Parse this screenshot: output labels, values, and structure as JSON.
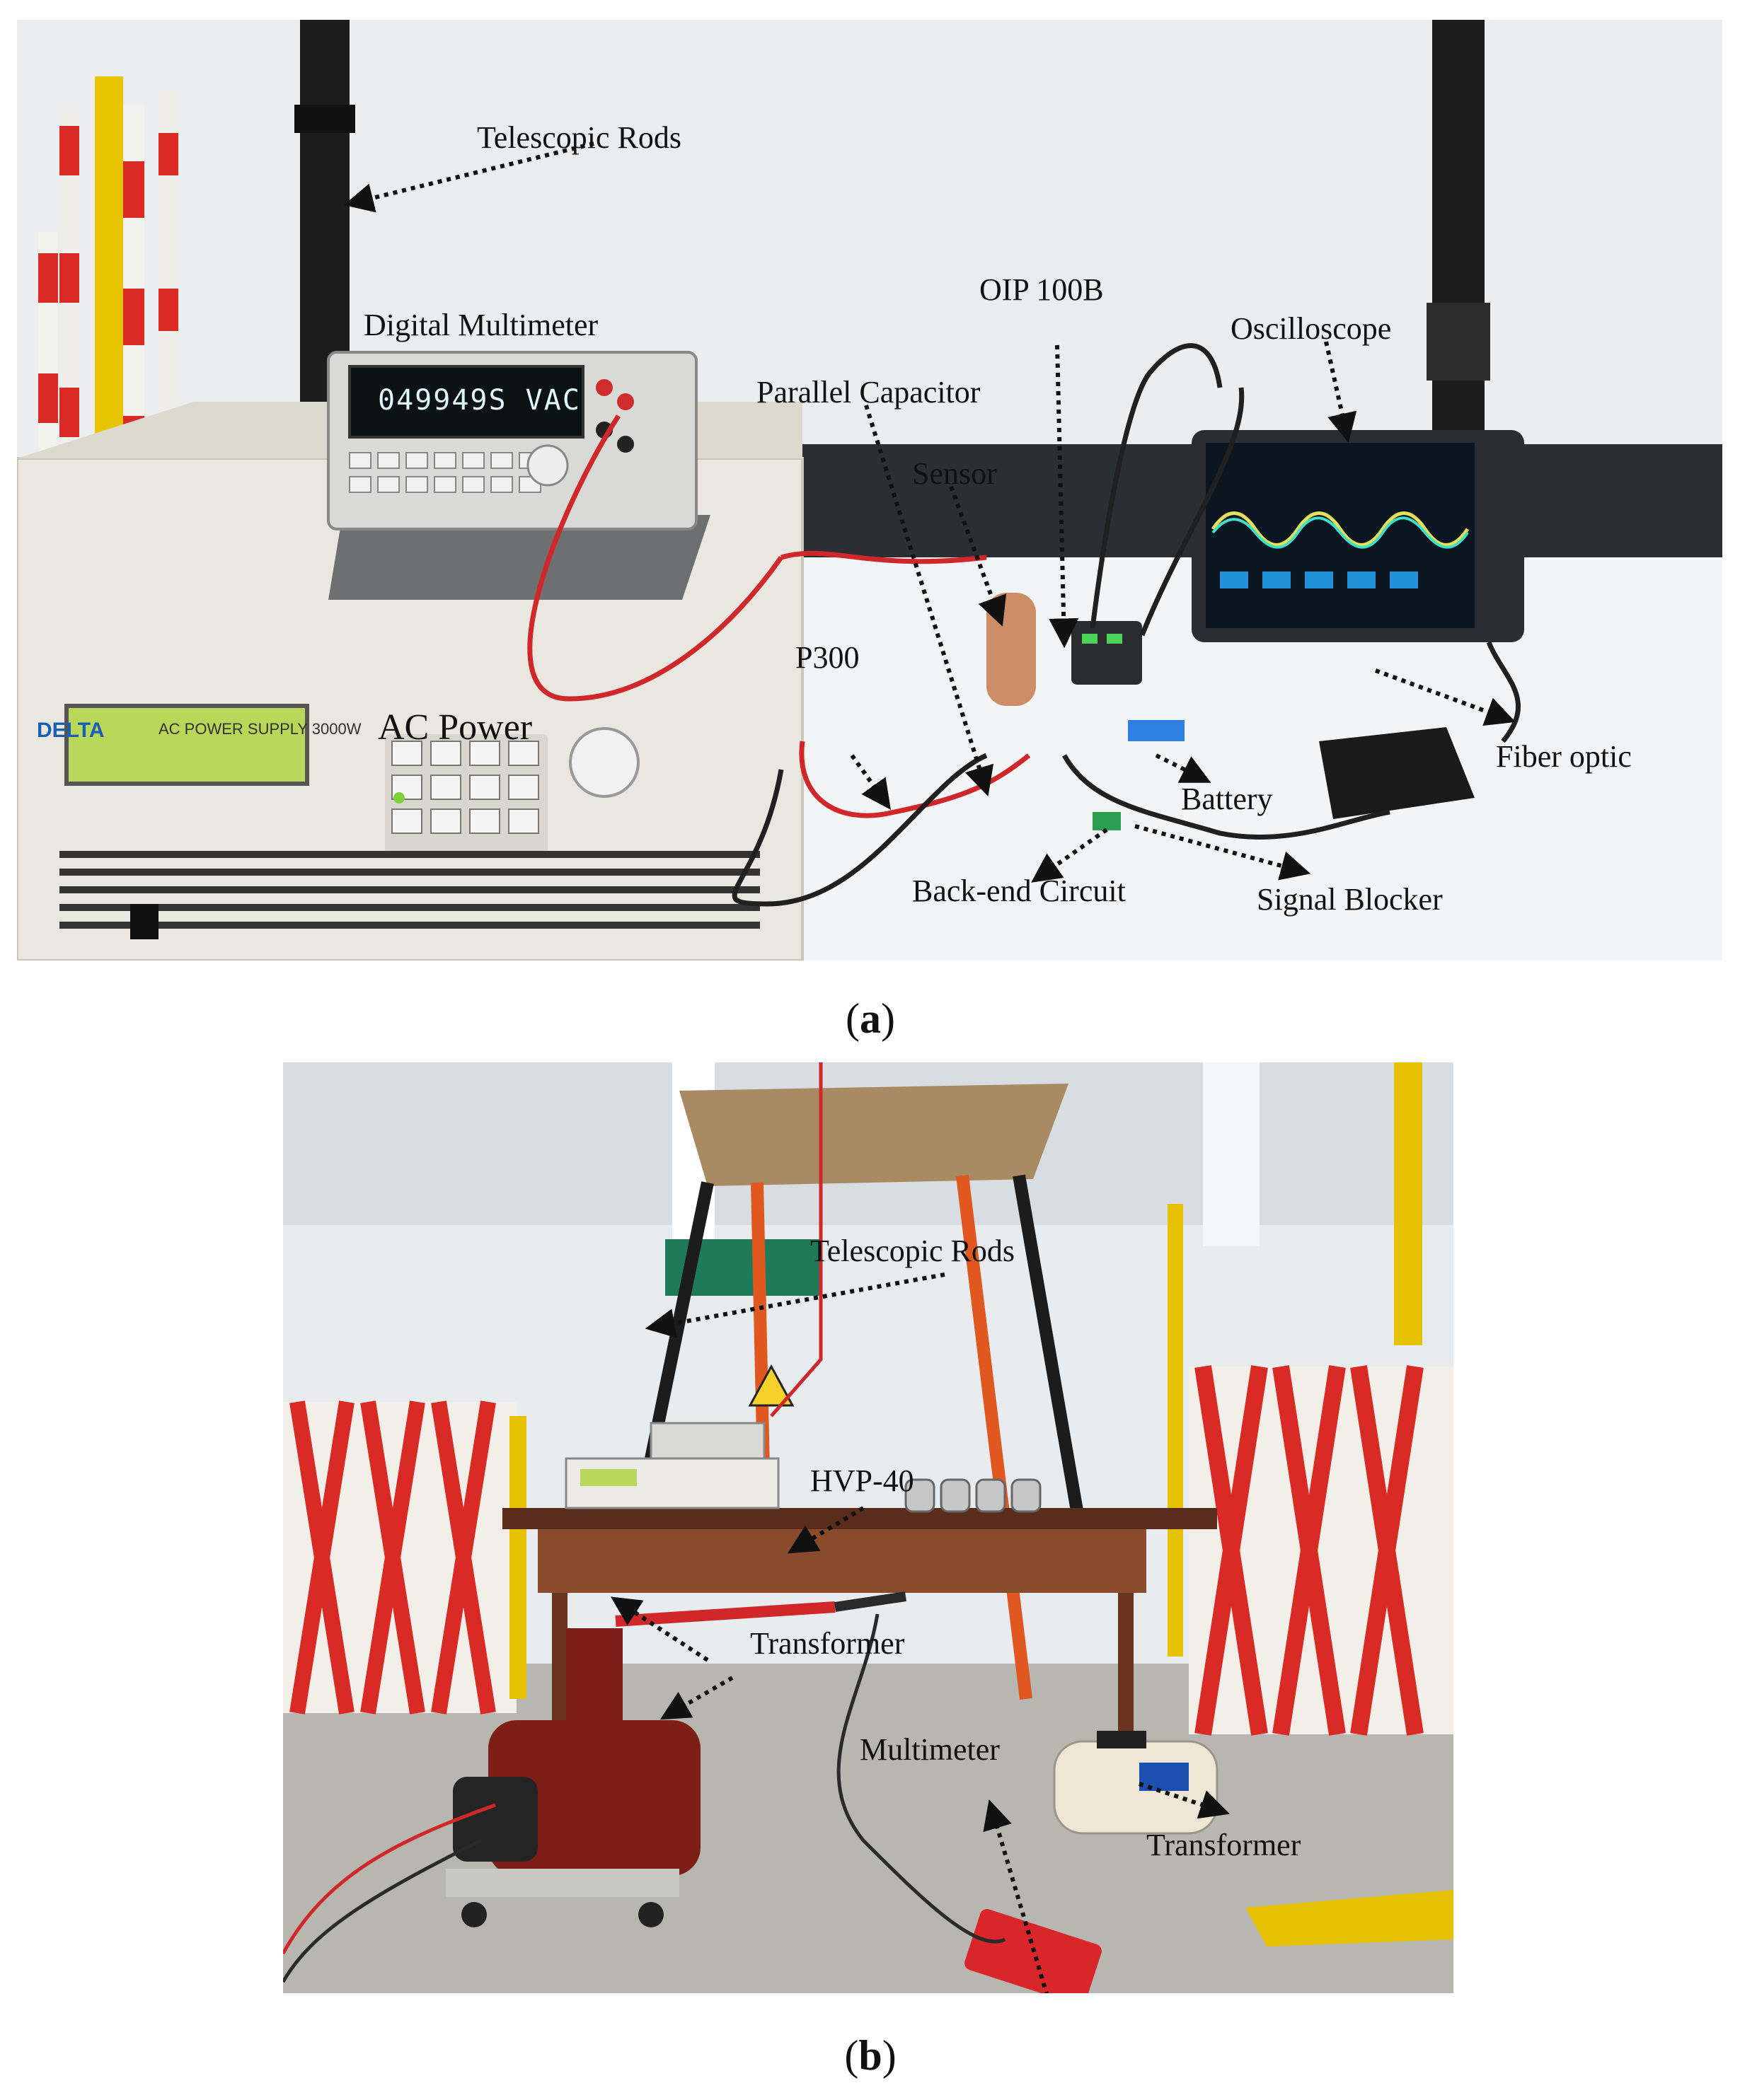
{
  "figure": {
    "panel_a": {
      "caption_letter": "a",
      "labels": {
        "telescopic_rods": "Telescopic Rods",
        "digital_multimeter": "Digital Multimeter",
        "oip": "OIP 100B",
        "oscilloscope": "Oscilloscope",
        "parallel_capacitor": "Parallel Capacitor",
        "sensor": "Sensor",
        "ac_power": "AC Power",
        "p300": "P300",
        "battery": "Battery",
        "fiber_optic": "Fiber optic",
        "back_end_circuit": "Back-end Circuit",
        "signal_blocker": "Signal Blocker"
      },
      "device_text": {
        "multimeter_display": "049949S VAC",
        "psu_brand": "DELTA",
        "psu_model": "AC POWER SUPPLY 3000W"
      }
    },
    "panel_b": {
      "caption_letter": "b",
      "labels": {
        "telescopic_rods": "Telescopic Rods",
        "hvp": "HVP-40",
        "transformer_left": "Transformer",
        "multimeter": "Multimeter",
        "transformer_right": "Transformer"
      }
    }
  },
  "colors": {
    "wall": "#e9ecee",
    "table_top": "#f2f3f4",
    "rod_black": "#1c1c1c",
    "rod_red": "#e02a26",
    "rod_white": "#f4f1ea",
    "rod_yellow": "#f2c200",
    "psu_body": "#e8e6df",
    "lcd_green": "#b9d85a",
    "scope_bezel": "#2a2d31",
    "scope_screen": "#0b1620",
    "copper": "#c47a4e",
    "transformer_red": "#7d1f17",
    "table_wood": "#8a4a2c",
    "floor": "#b8b6b0"
  }
}
